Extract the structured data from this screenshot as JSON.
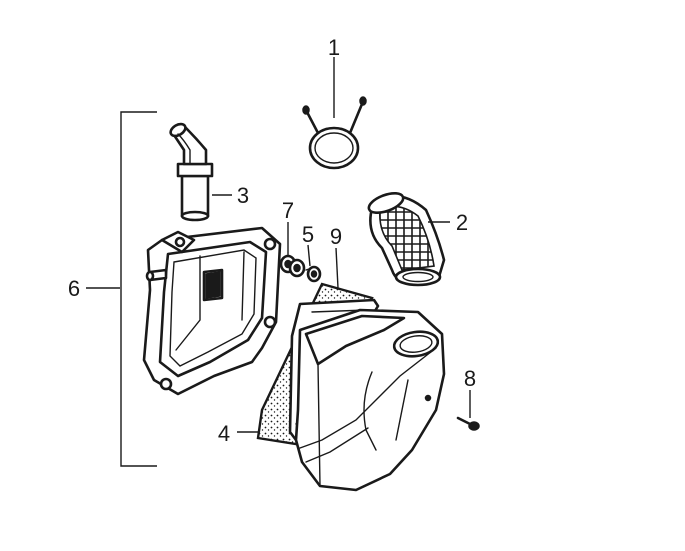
{
  "callouts": {
    "c1": "1",
    "c2": "2",
    "c3": "3",
    "c4": "4",
    "c5": "5",
    "c6": "6",
    "c7": "7",
    "c8": "8",
    "c9": "9"
  },
  "colors": {
    "ink": "#1a1a1a",
    "background": "#ffffff"
  }
}
